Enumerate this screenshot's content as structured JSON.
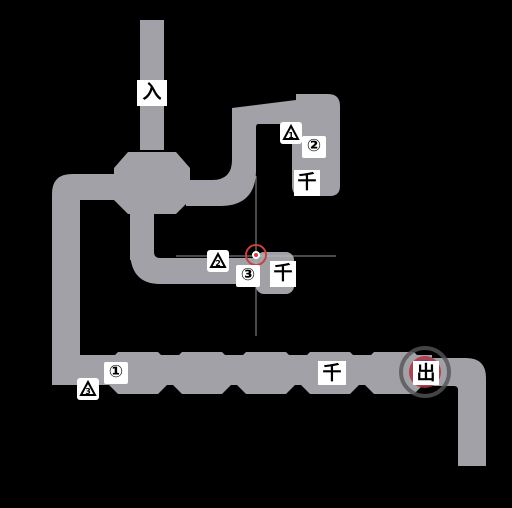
{
  "map": {
    "background": "#000000",
    "corridor_color": "#a2a1a8",
    "entrance_label": "入",
    "exit_label": "出",
    "treasure_labels": [
      "①",
      "②",
      "③"
    ],
    "marker_labels": [
      "千",
      "千",
      "千"
    ],
    "recycle_icons": [
      "recycle-icon-1",
      "recycle-icon-2",
      "recycle-icon-3"
    ],
    "recycle_numbers": [
      "1",
      "2",
      "3"
    ],
    "player_marker_color": "#c84040",
    "exit_highlight_color": "#b03040"
  }
}
